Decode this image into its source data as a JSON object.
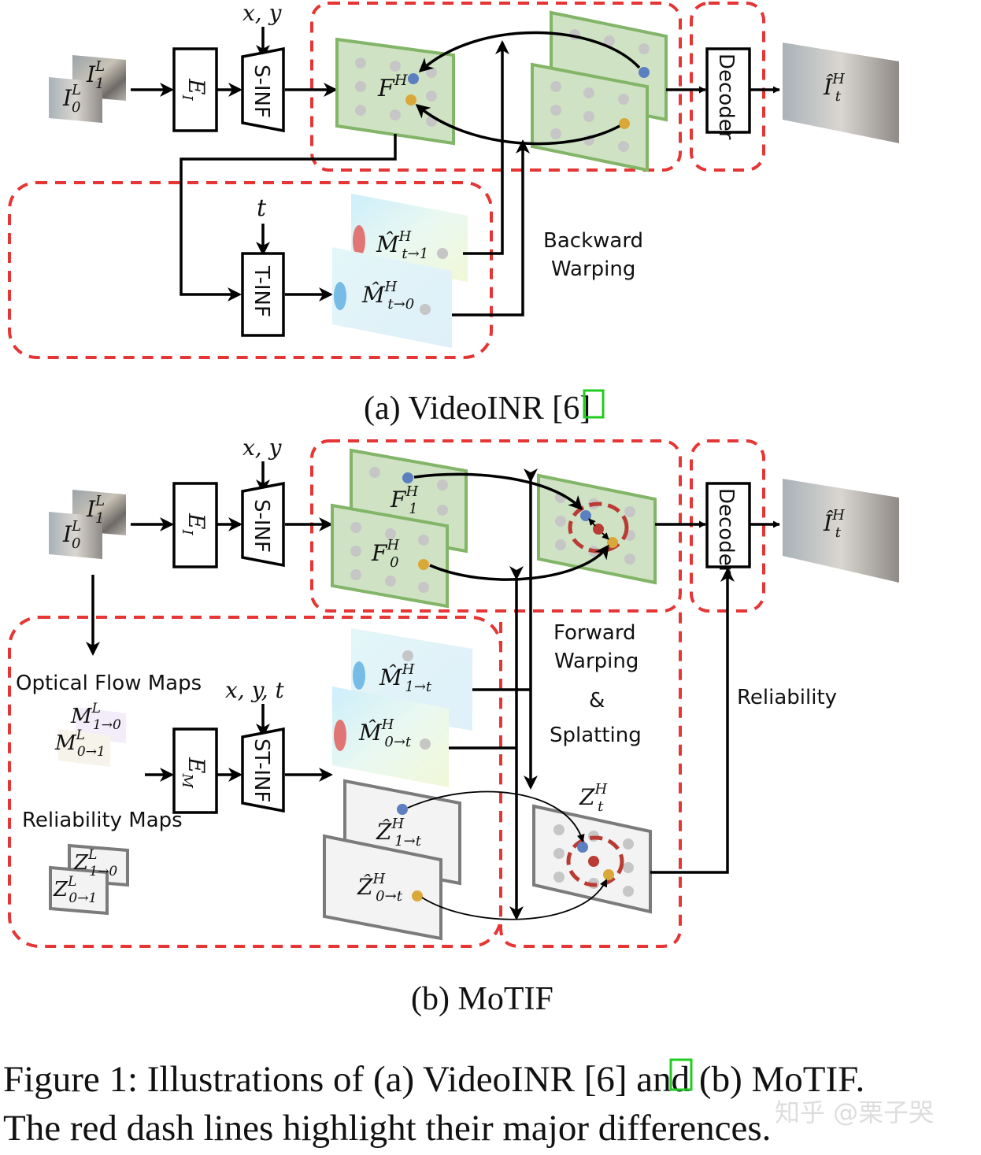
{
  "panel_a": {
    "coord_input": "x, y",
    "encoder": "E",
    "encoder_sub": "I",
    "s_inf": "S-INF",
    "feature": "F",
    "feature_sup": "H",
    "decoder": "Decoder",
    "time_input": "t",
    "t_inf": "T-INF",
    "flow_1": "M̂",
    "flow_1_sup": "H",
    "flow_1_sub": "t→1",
    "flow_0": "M̂",
    "flow_0_sup": "H",
    "flow_0_sub": "t→0",
    "warp_line1": "Backward",
    "warp_line2": "Warping",
    "frame_1": "I",
    "frame_1_sup": "L",
    "frame_1_sub": "1",
    "frame_0": "I",
    "frame_0_sup": "L",
    "frame_0_sub": "0",
    "output": "Î",
    "output_sup": "H",
    "output_sub": "t",
    "caption_before": "(a) VideoINR [",
    "caption_ref": "6",
    "caption_after": "]"
  },
  "panel_b": {
    "coord_input": "x, y",
    "encoder": "E",
    "encoder_sub": "I",
    "s_inf": "S-INF",
    "feature_1": "F",
    "feature_1_sup": "H",
    "feature_1_sub": "1",
    "feature_0": "F",
    "feature_0_sup": "H",
    "feature_0_sub": "0",
    "decoder": "Decoder",
    "optical_flow_label": "Optical Flow Maps",
    "flow_l_10": "M",
    "flow_l_10_sup": "L",
    "flow_l_10_sub": "1→0",
    "flow_l_01": "M",
    "flow_l_01_sup": "L",
    "flow_l_01_sub": "0→1",
    "reliability_label": "Reliability Maps",
    "rel_l_10": "Z",
    "rel_l_10_sup": "L",
    "rel_l_10_sub": "1→0",
    "rel_l_01": "Z",
    "rel_l_01_sup": "L",
    "rel_l_01_sub": "0→1",
    "coord_time_input": "x, y, t",
    "motion_encoder": "E",
    "motion_encoder_sub": "M",
    "st_inf": "ST-INF",
    "flow_h_1t": "M̂",
    "flow_h_1t_sup": "H",
    "flow_h_1t_sub": "1→t",
    "flow_h_0t": "M̂",
    "flow_h_0t_sup": "H",
    "flow_h_0t_sub": "0→t",
    "rel_h_1t": "Ẑ",
    "rel_h_1t_sup": "H",
    "rel_h_1t_sub": "1→t",
    "rel_h_0t": "Ẑ",
    "rel_h_0t_sup": "H",
    "rel_h_0t_sub": "0→t",
    "rel_t": "Z",
    "rel_t_sup": "H",
    "rel_t_sub": "t",
    "warp_line1": "Forward",
    "warp_line2": "Warping",
    "warp_line3": "&",
    "warp_line4": "Splatting",
    "reliability_arrow": "Reliability",
    "frame_1": "I",
    "frame_1_sup": "L",
    "frame_1_sub": "1",
    "frame_0": "I",
    "frame_0_sup": "L",
    "frame_0_sub": "0",
    "output": "Î",
    "output_sup": "H",
    "output_sub": "t",
    "caption": "(b) MoTIF"
  },
  "figure_caption": {
    "line1_a": "Figure 1: Illustrations of (a) VideoINR [",
    "line1_ref": "6",
    "line1_b": "] and (b) MoTIF.",
    "line2": "The red dash lines highlight their major differences."
  },
  "watermark": "知乎 @栗子哭",
  "colors": {
    "dash_red": "#e53535",
    "feature_green": "#cfe3c4",
    "feature_border": "#82b567",
    "ref_box_green": "#22cc22",
    "point_blue": "#5b7fc0",
    "point_yellow": "#d9a838",
    "point_red": "#b93b34"
  }
}
